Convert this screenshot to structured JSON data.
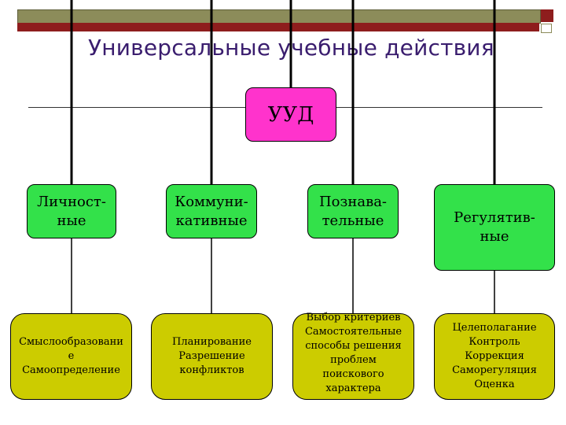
{
  "slide": {
    "title": "Универсальные учебные действия",
    "root": {
      "label": "УУД"
    },
    "categories": [
      {
        "label": "Личност-\nные"
      },
      {
        "label": "Коммуни-\nкативные"
      },
      {
        "label": "Познава-\nтельные"
      },
      {
        "label": "Регулятив-\nные"
      }
    ],
    "items": [
      {
        "text": "Смыслообразовани\nе\nСамоопределение"
      },
      {
        "text": "Планирование\nРазрешение\nконфликтов"
      },
      {
        "text": "Выбор критериев\nСамостоятельные\nспособы решения\nпроблем\nпоискового\nхарактера"
      },
      {
        "text": "Целеполагание\nКонтроль\nКоррекция\nСаморегуляция\nОценка"
      }
    ]
  },
  "colors": {
    "root_fill": "#ff33cc",
    "category_fill": "#33e14a",
    "item_fill": "#cccc00",
    "title_text": "#3a1d6e",
    "header_bar": "#8c8c5a",
    "header_accent": "#8e1d1d"
  }
}
